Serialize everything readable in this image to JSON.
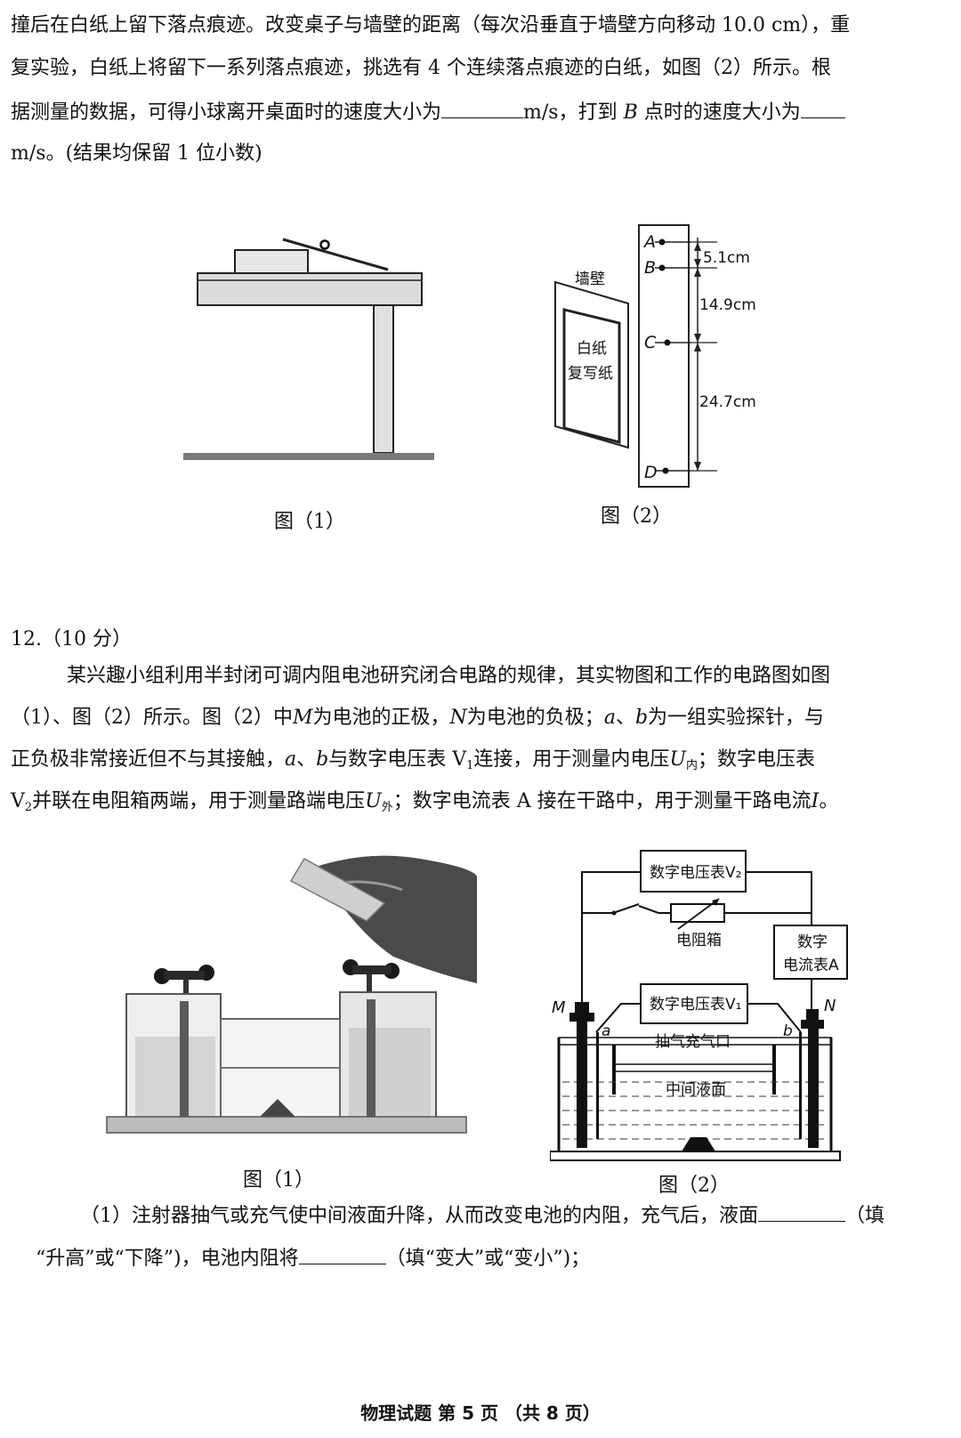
{
  "p11": {
    "line1": "撞后在白纸上留下落点痕迹。改变桌子与墙壁的距离（每次沿垂直于墙壁方向移动 10.0 cm），重",
    "line2": "复实验，白纸上将留下一系列落点痕迹，挑选有 4 个连续落点痕迹的白纸，如图（2）所示。根",
    "line3a": "据测量的数据，可得小球离开桌面时的速度大小为",
    "line3b": "m/s，打到",
    "line3c": "B",
    "line3d": "点时的速度大小为",
    "line4": "m/s。(结果均保留 1 位小数)"
  },
  "fig11": {
    "cap1": "图（1）",
    "cap2": "图（2）",
    "wall_label": "墙壁",
    "paper_line1": "白纸",
    "paper_line2": "复写纸",
    "pt_a": "A",
    "pt_b": "B",
    "pt_c": "C",
    "pt_d": "D",
    "d_ab": "5.1cm",
    "d_bc": "14.9cm",
    "d_cd": "24.7cm"
  },
  "q12": {
    "header": "12.（10 分）",
    "l1": "某兴趣小组利用半封闭可调内阻电池研究闭合电路的规律，其实物图和工作的电路图如图",
    "l2a": "（1）、图（2）所示。图（2）中",
    "l2b": "M",
    "l2c": "为电池的正极，",
    "l2d": "N",
    "l2e": "为电池的负极；",
    "l2f": "a",
    "l2g": "、",
    "l2h": "b",
    "l2i": "为一组实验探针，与",
    "l3a": "正负极非常接近但不与其接触，",
    "l3b": "a",
    "l3c": "、",
    "l3d": "b",
    "l3e": "与数字电压表 V",
    "l3f": "1",
    "l3g": "连接，用于测量内电压",
    "l3h": "U",
    "l3i": "内",
    "l3j": "；数字电压表",
    "l4a": "V",
    "l4b": "2",
    "l4c": "并联在电阻箱两端，用于测量路端电压",
    "l4d": "U",
    "l4e": "外",
    "l4f": "；数字电流表 A 接在干路中，用于测量干路电流",
    "l4g": "I",
    "l4h": "。"
  },
  "fig12": {
    "cap1": "图（1）",
    "cap2": "图（2）",
    "v2": "数字电压表V₂",
    "rbox": "电阻箱",
    "amm1": "数字",
    "amm2": "电流表A",
    "v1": "数字电压表V₁",
    "m": "M",
    "n": "N",
    "a": "a",
    "b": "b",
    "inlet": "抽气充气口",
    "mid": "中间液面"
  },
  "q12_1": {
    "l1a": "（1）注射器抽气或充气使中间液面升降，从而改变电池的内阻，充气后，液面",
    "l1b": "（填",
    "l2a": "“升高”或“下降”)，电池内阻将",
    "l2b": "（填“变大”或“变小”)；"
  },
  "footer": "物理试题 第 5 页 （共 8 页）"
}
